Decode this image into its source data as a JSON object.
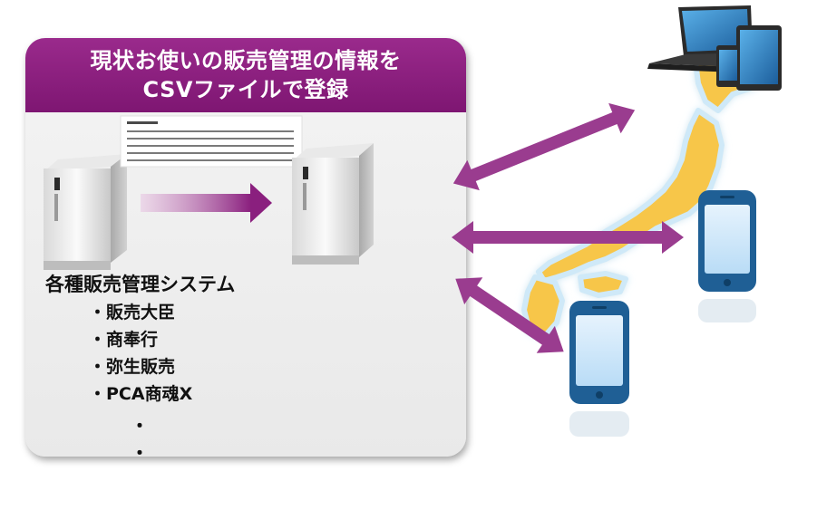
{
  "header": {
    "line1": "現状お使いの販売管理の情報を",
    "line2": "CSVファイルで登録"
  },
  "systems": {
    "title": "各種販売管理システム",
    "items": [
      "・販売大臣",
      "・商奉行",
      "・弥生販売",
      "・PCA商魂X"
    ],
    "ellipsis": [
      "・",
      "・"
    ]
  },
  "colors": {
    "accent": "#8a1f7e",
    "map": "#f7c64a",
    "phone_frame": "#1f5f95",
    "phone_screen": "#cfe6fa"
  },
  "icons": [
    "server-icon",
    "server-icon",
    "laptop-tablet-phone-icon",
    "smartphone-icon",
    "smartphone-icon",
    "japan-map"
  ]
}
